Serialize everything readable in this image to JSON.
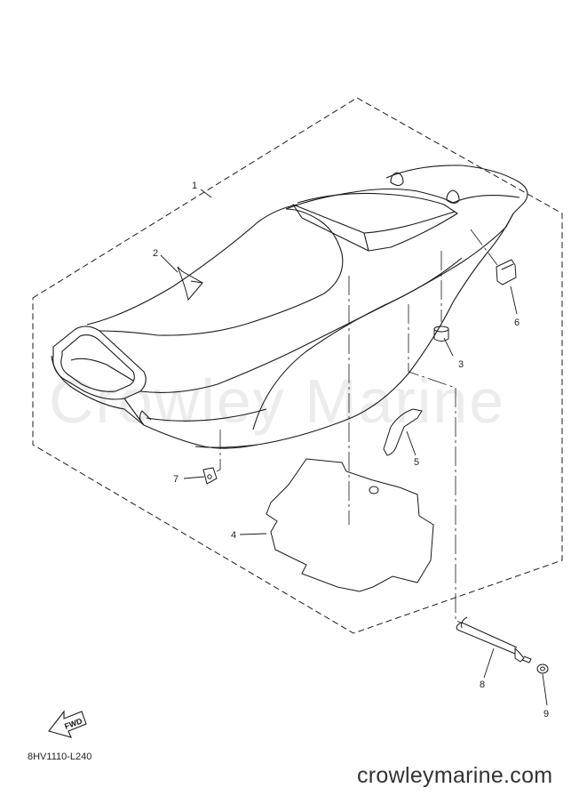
{
  "watermark": "Crowley Marine",
  "fwd_label": "FWD",
  "diagram_code": "8HV1110-L240",
  "website": "crowleymarine.com",
  "callouts": [
    {
      "id": "1",
      "label": "1"
    },
    {
      "id": "2",
      "label": "2"
    },
    {
      "id": "3",
      "label": "3"
    },
    {
      "id": "4",
      "label": "4"
    },
    {
      "id": "5",
      "label": "5"
    },
    {
      "id": "6",
      "label": "6"
    },
    {
      "id": "7",
      "label": "7"
    },
    {
      "id": "8",
      "label": "8"
    },
    {
      "id": "9",
      "label": "9"
    }
  ],
  "colors": {
    "line": "#1a1a1a",
    "watermark": "#ececec",
    "text": "#222222"
  }
}
